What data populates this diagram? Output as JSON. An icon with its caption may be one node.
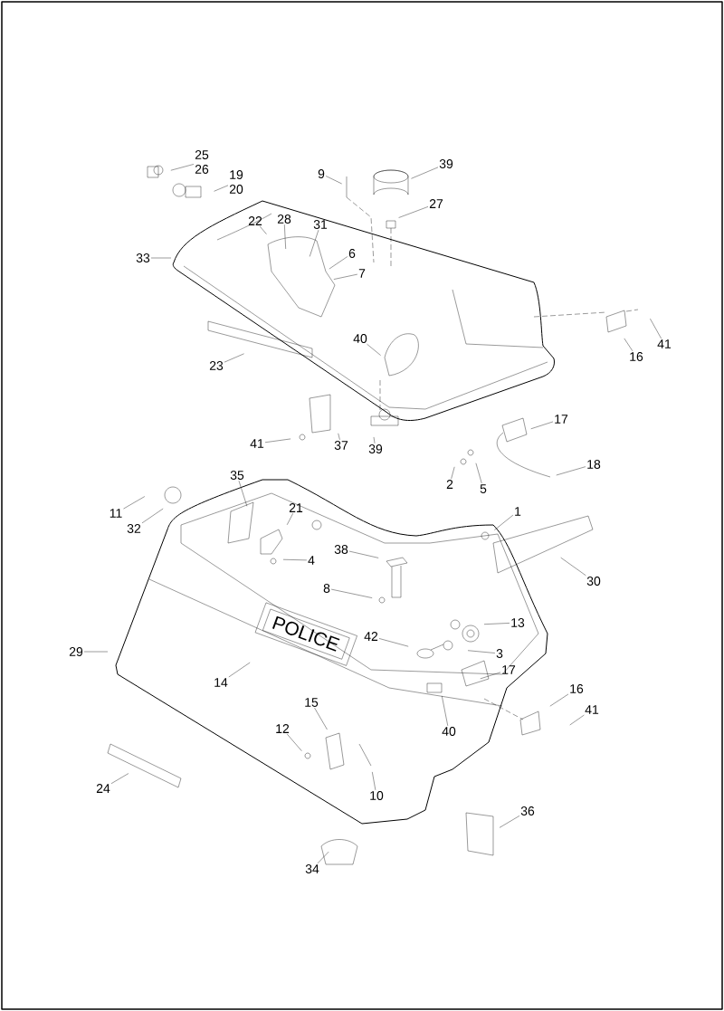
{
  "diagram": {
    "nodes": [
      {
        "text": [
          "25",
          "26"
        ]
      },
      {
        "text": [
          "19",
          "20"
        ]
      },
      {
        "text": [
          "9"
        ]
      },
      {
        "text": [
          "39"
        ]
      },
      {
        "text": [
          "27"
        ]
      },
      {
        "text": [
          "22"
        ]
      },
      {
        "text": [
          "28"
        ]
      },
      {
        "text": [
          "31"
        ]
      },
      {
        "text": [
          "6"
        ]
      },
      {
        "text": [
          "7"
        ]
      },
      {
        "text": [
          "33"
        ]
      },
      {
        "text": [
          "23"
        ]
      },
      {
        "text": [
          "40"
        ]
      },
      {
        "text": [
          "41"
        ]
      },
      {
        "text": [
          "16"
        ]
      },
      {
        "text": [
          "41"
        ]
      },
      {
        "text": [
          "37"
        ]
      },
      {
        "text": [
          "39"
        ]
      },
      {
        "text": [
          "17"
        ]
      },
      {
        "text": [
          "18"
        ]
      },
      {
        "text": [
          "2"
        ]
      },
      {
        "text": [
          "5"
        ]
      },
      {
        "text": [
          "11"
        ]
      },
      {
        "text": [
          "32"
        ]
      },
      {
        "text": [
          "35"
        ]
      },
      {
        "text": [
          "21"
        ]
      },
      {
        "text": [
          "4"
        ]
      },
      {
        "text": [
          "1"
        ]
      },
      {
        "text": [
          "30"
        ]
      },
      {
        "text": [
          "38"
        ]
      },
      {
        "text": [
          "8"
        ]
      },
      {
        "text": [
          "42"
        ]
      },
      {
        "text": [
          "13"
        ]
      },
      {
        "text": [
          "3"
        ]
      },
      {
        "text": [
          "17"
        ]
      },
      {
        "text": [
          "29"
        ]
      },
      {
        "text": [
          "14"
        ]
      },
      {
        "text": [
          "40"
        ]
      },
      {
        "text": [
          "16"
        ]
      },
      {
        "text": [
          "41"
        ]
      },
      {
        "text": [
          "15"
        ]
      },
      {
        "text": [
          "12"
        ]
      },
      {
        "text": [
          "10"
        ]
      },
      {
        "text": [
          "24"
        ]
      },
      {
        "text": [
          "36"
        ]
      },
      {
        "text": [
          "34"
        ]
      }
    ],
    "edges": [
      {
        "from": 0,
        "to": null,
        "arrow": "none"
      },
      {
        "from": 1,
        "to": null,
        "arrow": "none"
      },
      {
        "from": 2,
        "to": null,
        "arrow": "none"
      },
      {
        "from": 3,
        "to": null,
        "arrow": "none"
      },
      {
        "from": 4,
        "to": null,
        "arrow": "none"
      },
      {
        "from": 5,
        "to": null,
        "arrow": "none"
      },
      {
        "from": 6,
        "to": null,
        "arrow": "none"
      },
      {
        "from": 7,
        "to": null,
        "arrow": "none"
      },
      {
        "from": 8,
        "to": null,
        "arrow": "none"
      },
      {
        "from": 9,
        "to": null,
        "arrow": "none"
      },
      {
        "from": 10,
        "to": null,
        "arrow": "none"
      },
      {
        "from": 11,
        "to": null,
        "arrow": "none"
      },
      {
        "from": 12,
        "to": null,
        "arrow": "none"
      },
      {
        "from": 13,
        "to": null,
        "arrow": "none"
      },
      {
        "from": 14,
        "to": null,
        "arrow": "none"
      },
      {
        "from": 15,
        "to": null,
        "arrow": "none"
      },
      {
        "from": 16,
        "to": null,
        "arrow": "none"
      },
      {
        "from": 17,
        "to": null,
        "arrow": "none"
      },
      {
        "from": 18,
        "to": null,
        "arrow": "none"
      },
      {
        "from": 19,
        "to": null,
        "arrow": "none"
      },
      {
        "from": 20,
        "to": null,
        "arrow": "none"
      },
      {
        "from": 21,
        "to": null,
        "arrow": "none"
      },
      {
        "from": 22,
        "to": null,
        "arrow": "none"
      },
      {
        "from": 23,
        "to": null,
        "arrow": "none"
      },
      {
        "from": 24,
        "to": null,
        "arrow": "none"
      },
      {
        "from": 25,
        "to": null,
        "arrow": "none"
      },
      {
        "from": 26,
        "to": null,
        "arrow": "none"
      },
      {
        "from": 27,
        "to": null,
        "arrow": "none"
      },
      {
        "from": 28,
        "to": null,
        "arrow": "none"
      },
      {
        "from": 29,
        "to": null,
        "arrow": "none"
      },
      {
        "from": 30,
        "to": null,
        "arrow": "none"
      },
      {
        "from": 31,
        "to": null,
        "arrow": "none"
      },
      {
        "from": 32,
        "to": null,
        "arrow": "none"
      },
      {
        "from": 33,
        "to": null,
        "arrow": "none"
      },
      {
        "from": 34,
        "to": null,
        "arrow": "none"
      },
      {
        "from": 35,
        "to": null,
        "arrow": "none"
      },
      {
        "from": 36,
        "to": null,
        "arrow": "none"
      },
      {
        "from": 37,
        "to": null,
        "arrow": "none"
      },
      {
        "from": 38,
        "to": null,
        "arrow": "none"
      },
      {
        "from": 39,
        "to": null,
        "arrow": "none"
      },
      {
        "from": 40,
        "to": null,
        "arrow": "none"
      },
      {
        "from": 41,
        "to": null,
        "arrow": "none"
      },
      {
        "from": 42,
        "to": null,
        "arrow": "none"
      },
      {
        "from": 43,
        "to": null,
        "arrow": "none"
      },
      {
        "from": 44,
        "to": null,
        "arrow": "none"
      },
      {
        "from": 45,
        "to": null,
        "arrow": "none"
      }
    ],
    "labels": [
      "POLICE"
    ]
  }
}
